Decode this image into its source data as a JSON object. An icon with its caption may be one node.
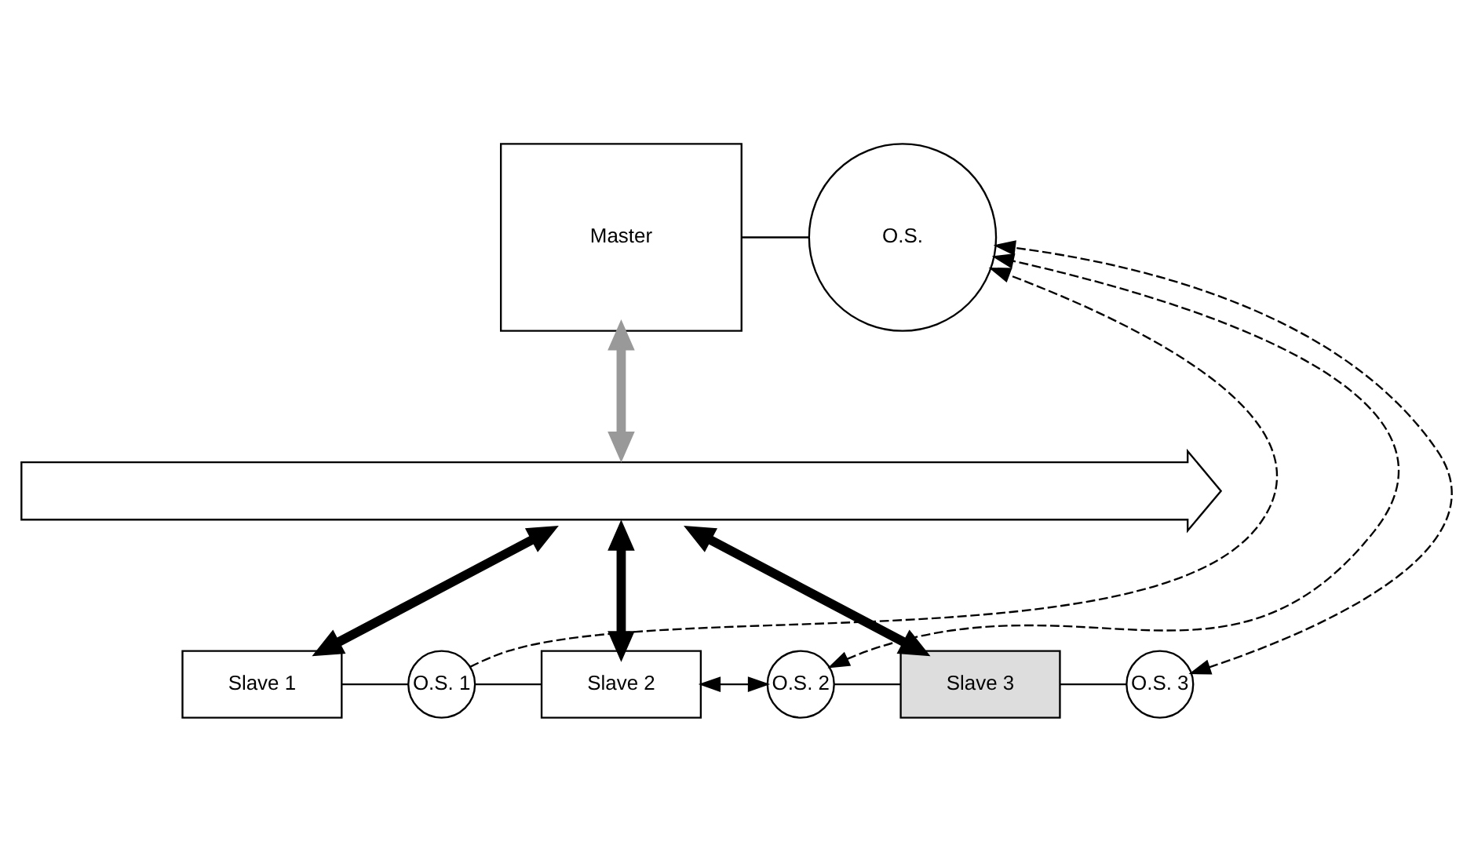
{
  "diagram": {
    "nodes": [
      {
        "text": [
          "Master"
        ]
      },
      {
        "text": [
          "O.S."
        ]
      },
      {
        "text": [],
        "shape": "bar"
      },
      {
        "text": [
          "Slave 1"
        ]
      },
      {
        "text": [
          "O.S. 1"
        ]
      },
      {
        "text": [
          "Slave 2"
        ]
      },
      {
        "text": [
          "O.S. 2"
        ]
      },
      {
        "text": [
          "Slave 3"
        ]
      },
      {
        "text": [
          "O.S. 3"
        ]
      }
    ],
    "edges": [
      {
        "from": 0,
        "to": 1,
        "arrow": "none"
      },
      {
        "from": 0,
        "to": 2,
        "arrow": "both",
        "style": "thick",
        "color": "#999999"
      },
      {
        "from": 3,
        "to": 2,
        "arrow": "both",
        "style": "thick"
      },
      {
        "from": 5,
        "to": 2,
        "arrow": "both",
        "style": "thick"
      },
      {
        "from": 7,
        "to": 2,
        "arrow": "both",
        "style": "thick"
      },
      {
        "from": 4,
        "to": 1,
        "arrow": "to",
        "style": "dashed"
      },
      {
        "from": 6,
        "to": 1,
        "arrow": "both",
        "style": "dashed"
      },
      {
        "from": 8,
        "to": 1,
        "arrow": "both",
        "style": "dashed"
      },
      {
        "from": 3,
        "to": 4,
        "arrow": "none"
      },
      {
        "from": 4,
        "to": 5,
        "arrow": "none"
      },
      {
        "from": 5,
        "to": 6,
        "arrow": "both"
      },
      {
        "from": 6,
        "to": 7,
        "arrow": "none"
      },
      {
        "from": 7,
        "to": 8,
        "arrow": "none"
      }
    ]
  }
}
